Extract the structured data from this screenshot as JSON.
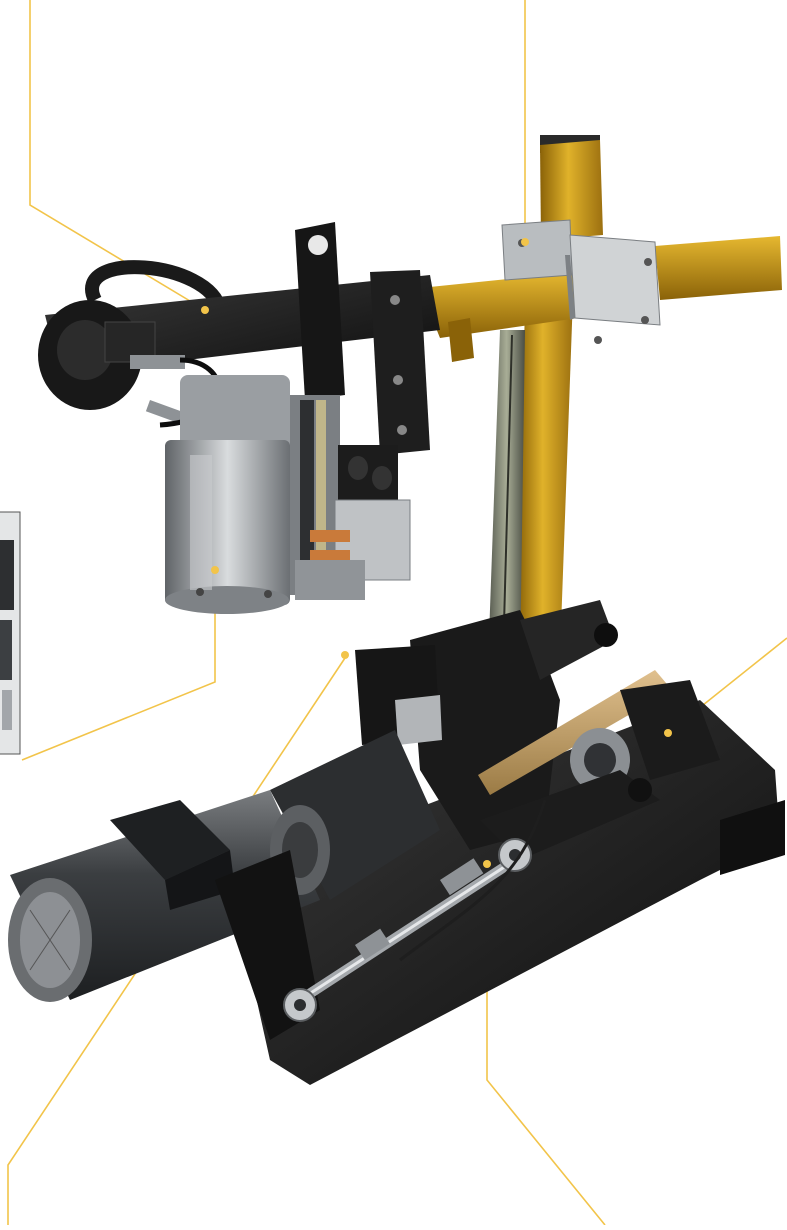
{
  "figure": {
    "background": "#ffffff",
    "leader_color": "#f2c44a",
    "colors": {
      "gold_profile": "#d4a01a",
      "gold_dark": "#8a6208",
      "black_part": "#1a1a1a",
      "steel": "#b8bcbf",
      "steel_dark": "#6b6f73",
      "brass": "#c7a26a",
      "copper": "#c97a3a"
    },
    "callouts": [
      {
        "name": "callout-top-left"
      },
      {
        "name": "callout-top-column"
      },
      {
        "name": "callout-motor-left"
      },
      {
        "name": "callout-right-base"
      },
      {
        "name": "callout-bottom-left"
      },
      {
        "name": "callout-bottom-right"
      }
    ]
  }
}
